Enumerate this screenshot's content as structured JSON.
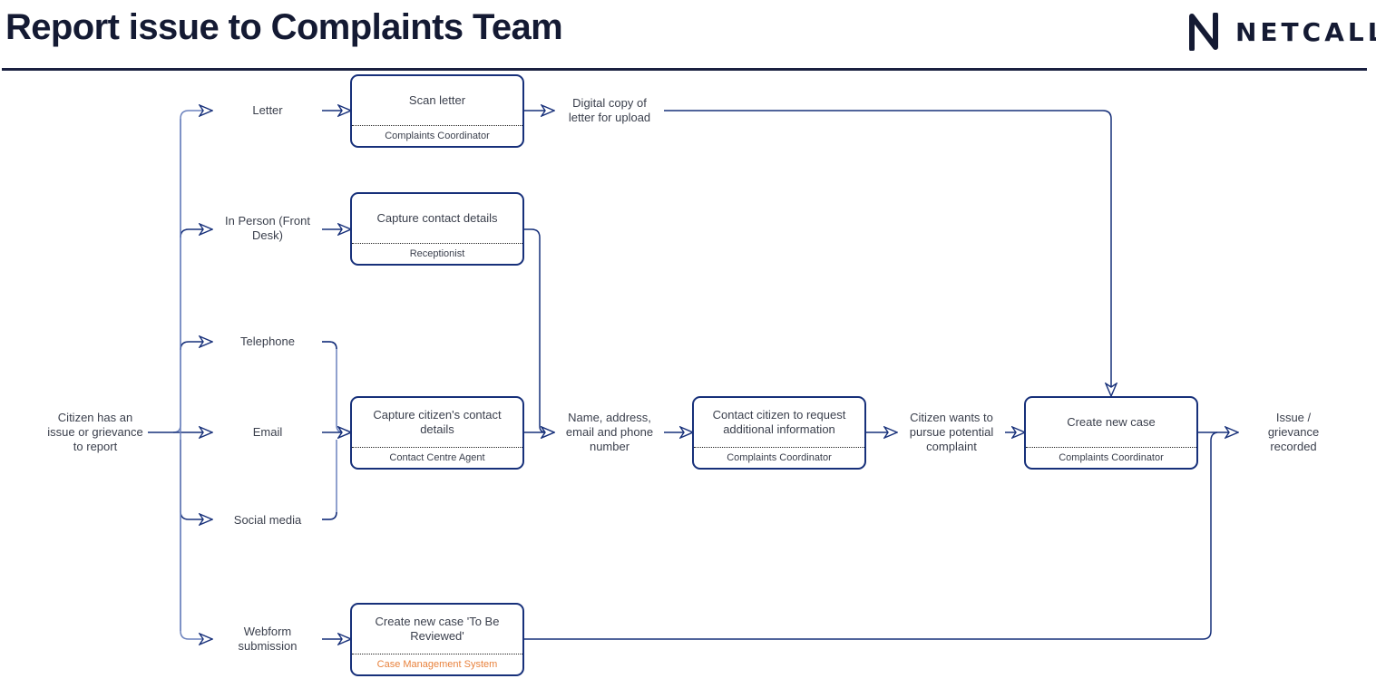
{
  "header": {
    "title": "Report issue to Complaints Team",
    "logo_text": "NETCALL"
  },
  "colors": {
    "line": "#17307a",
    "text": "#3a3f4c",
    "title": "#141a33",
    "system_role": "#e8823d"
  },
  "diagram": {
    "start": {
      "label": "Citizen has an\nissue or grievance\nto report"
    },
    "channels": [
      {
        "id": "letter",
        "label": "Letter"
      },
      {
        "id": "in-person",
        "label": "In Person (Front\nDesk)"
      },
      {
        "id": "telephone",
        "label": "Telephone"
      },
      {
        "id": "email",
        "label": "Email"
      },
      {
        "id": "social-media",
        "label": "Social media"
      },
      {
        "id": "webform",
        "label": "Webform\nsubmission"
      }
    ],
    "tasks": [
      {
        "id": "scan-letter",
        "label": "Scan letter",
        "role": "Complaints Coordinator",
        "system": false
      },
      {
        "id": "capture-contact-details",
        "label": "Capture contact details",
        "role": "Receptionist",
        "system": false
      },
      {
        "id": "capture-citizen-contact",
        "label": "Capture citizen's contact\ndetails",
        "role": "Contact Centre Agent",
        "system": false
      },
      {
        "id": "create-case-to-be-reviewed",
        "label": "Create new case 'To Be\nReviewed'",
        "role": "Case Management System",
        "system": true
      },
      {
        "id": "contact-citizen",
        "label": "Contact citizen to request\nadditional information",
        "role": "Complaints Coordinator",
        "system": false
      },
      {
        "id": "create-new-case",
        "label": "Create new case",
        "role": "Complaints Coordinator",
        "system": false
      }
    ],
    "artifacts": [
      {
        "id": "digital-copy",
        "label": "Digital copy of\nletter for upload"
      },
      {
        "id": "name-address",
        "label": "Name, address,\nemail and phone\nnumber"
      },
      {
        "id": "wants-to-pursue",
        "label": "Citizen wants to\npursue potential\ncomplaint"
      },
      {
        "id": "recorded",
        "label": "Issue / grievance\nrecorded"
      }
    ]
  }
}
